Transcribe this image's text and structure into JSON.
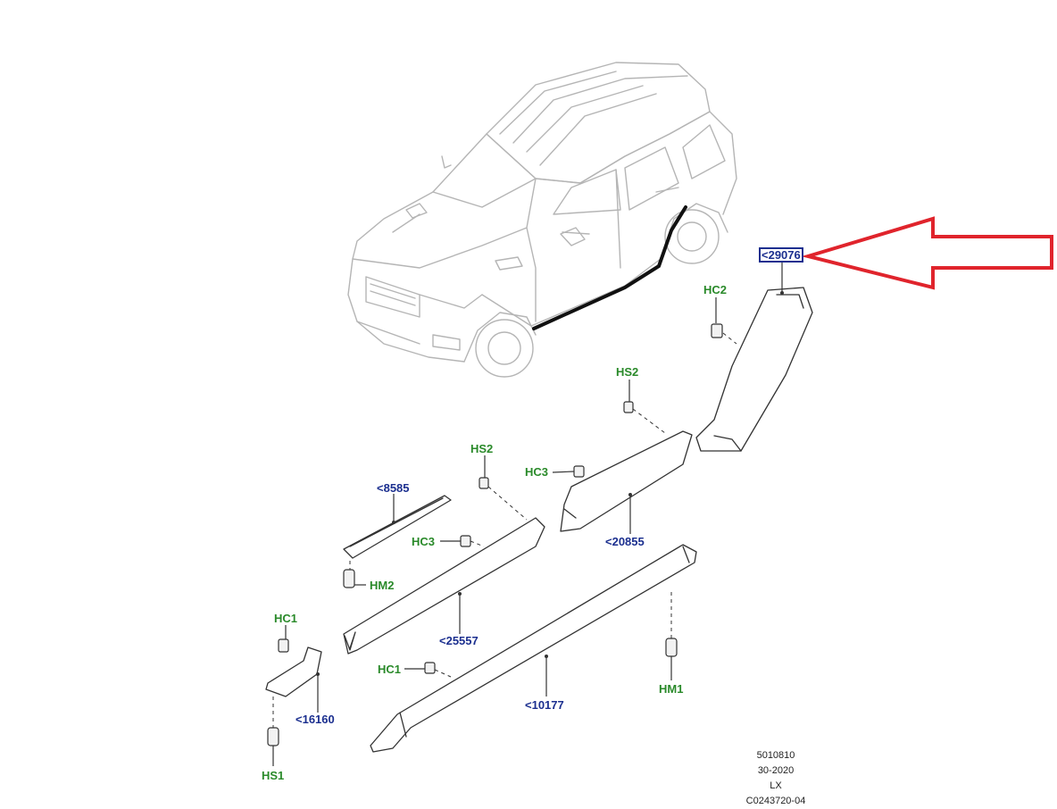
{
  "callouts": [
    {
      "id": "29076",
      "text": "<29076",
      "type": "part"
    },
    {
      "id": "hc2",
      "text": "HC2",
      "type": "fastener"
    },
    {
      "id": "hs2a",
      "text": "HS2",
      "type": "fastener"
    },
    {
      "id": "hs2b",
      "text": "HS2",
      "type": "fastener"
    },
    {
      "id": "hc3a",
      "text": "HC3",
      "type": "fastener"
    },
    {
      "id": "20855",
      "text": "<20855",
      "type": "part"
    },
    {
      "id": "8585",
      "text": "<8585",
      "type": "part"
    },
    {
      "id": "hc3b",
      "text": "HC3",
      "type": "fastener"
    },
    {
      "id": "hm2",
      "text": "HM2",
      "type": "fastener"
    },
    {
      "id": "hc1a",
      "text": "HC1",
      "type": "fastener"
    },
    {
      "id": "25557",
      "text": "<25557",
      "type": "part"
    },
    {
      "id": "hc1b",
      "text": "HC1",
      "type": "fastener"
    },
    {
      "id": "hm1",
      "text": "HM1",
      "type": "fastener"
    },
    {
      "id": "16160",
      "text": "<16160",
      "type": "part"
    },
    {
      "id": "10177",
      "text": "<10177",
      "type": "part"
    },
    {
      "id": "hs1",
      "text": "HS1",
      "type": "fastener"
    }
  ],
  "highlighted_callout": "29076",
  "reference": {
    "line1": "5010810",
    "line2": "30-2020",
    "line3": "LX",
    "line4": "C0243720-04"
  },
  "colors": {
    "fastener_label": "#2a8a2a",
    "part_label": "#1b2f8f",
    "arrow": "#e0242c",
    "drawing": "#333333",
    "car_outline": "#b5b5b5",
    "highlight_trim": "#111111"
  },
  "icons": [
    "car-illustration",
    "red-pointer-arrow",
    "clip-icon",
    "screw-icon"
  ]
}
